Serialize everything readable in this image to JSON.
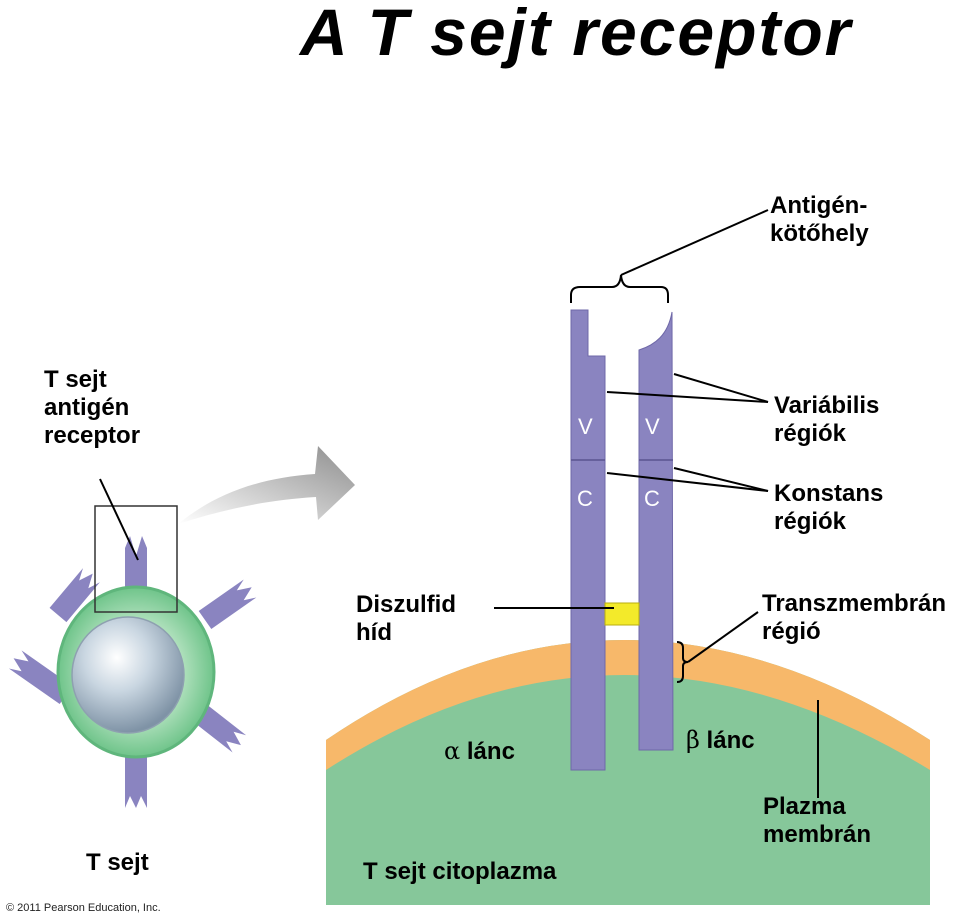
{
  "title": "A T sejt receptor",
  "labels": {
    "antigen_site_line1": "Antigén-",
    "antigen_site_line2": "kötőhely",
    "tcr_line1": "T sejt",
    "tcr_line2": "antigén",
    "tcr_line3": "receptor",
    "variable_line1": "Variábilis",
    "variable_line2": "régiók",
    "constant_line1": "Konstans",
    "constant_line2": "régiók",
    "disulfide_line1": "Diszulfid",
    "disulfide_line2": "híd",
    "transmembrane_line1": "Transzmembrán",
    "transmembrane_line2": "régió",
    "alpha_symbol": "α",
    "alpha_text": "lánc",
    "beta_symbol": "β",
    "beta_text": "lánc",
    "plasma_line1": "Plazma",
    "plasma_line2": "membrán",
    "t_cell": "T sejt",
    "cytoplasm": "T sejt citoplazma"
  },
  "chain_letters": {
    "v_left": "V",
    "v_right": "V",
    "c_left": "C",
    "c_right": "C"
  },
  "copyright": "© 2011 Pearson Education, Inc.",
  "colors": {
    "chain": "#8a84c0",
    "membrane": "#f7b86a",
    "cytoplasm": "#86c79a",
    "disulfide": "#f3ea2a",
    "cell_body": "#7ccf95",
    "nucleus": "#b9c8d6",
    "arrow": "#9c9c9c"
  }
}
